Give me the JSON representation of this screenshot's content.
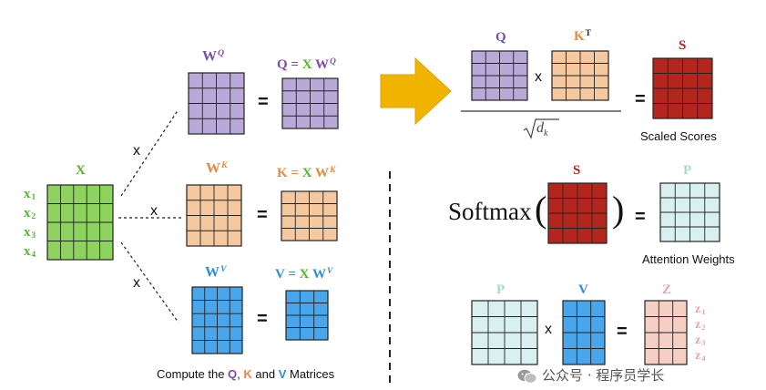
{
  "colors": {
    "x": "#5ab52e",
    "x_fill": "#8fd35f",
    "q": "#7a4ea6",
    "q_fill": "#b9a9d8",
    "k": "#e58a3c",
    "k_fill": "#f6c8a0",
    "v": "#2f8fd6",
    "v_fill": "#4aa6ea",
    "s": "#b22222",
    "s_fill": "#b3261e",
    "p": "#a9d8d4",
    "p_fill": "#d8f1f0",
    "z": "#e8a4b8",
    "z_fill": "#f5cfc4",
    "arrow": "#f0b400"
  },
  "left": {
    "x_label": "X",
    "x_rows": [
      {
        "base": "x",
        "sub": "1"
      },
      {
        "base": "x",
        "sub": "2"
      },
      {
        "base": "x",
        "sub": "3"
      },
      {
        "base": "x",
        "sub": "4"
      }
    ],
    "mult": "x",
    "wq": {
      "base": "W",
      "sup": "Q"
    },
    "wk": {
      "base": "W",
      "sup": "K"
    },
    "wv": {
      "base": "W",
      "sup": "V"
    },
    "eq": "=",
    "q_formula": {
      "lhs": "Q",
      "eq": " = ",
      "x": "X",
      "w": " W",
      "sup": "Q"
    },
    "k_formula": {
      "lhs": "K",
      "eq": " = ",
      "x": "X",
      "w": " W",
      "sup": "K"
    },
    "v_formula": {
      "lhs": "V",
      "eq": " = ",
      "x": "X",
      "w": " W",
      "sup": "V"
    },
    "caption": {
      "pre": "Compute the ",
      "q": "Q",
      "mid1": ", ",
      "k": "K",
      "mid2": " and ",
      "v": "V",
      "post": " Matrices"
    }
  },
  "right": {
    "top": {
      "q_label": "Q",
      "k_label": {
        "base": "K",
        "sup": "T"
      },
      "times": "x",
      "eq": "=",
      "denominator": {
        "base": "d",
        "sub": "k"
      },
      "s_label": "S",
      "caption": "Scaled Scores"
    },
    "middle": {
      "softmax": "Softmax",
      "open": "(",
      "close": ")",
      "s_label": "S",
      "eq": "=",
      "p_label": "P",
      "caption": "Attention Weights"
    },
    "bottom": {
      "p_label": "P",
      "times": "x",
      "v_label": "V",
      "eq": "=",
      "z_label": "Z",
      "z_rows": [
        {
          "base": "z",
          "sub": "1"
        },
        {
          "base": "z",
          "sub": "2"
        },
        {
          "base": "z",
          "sub": "3"
        },
        {
          "base": "z",
          "sub": "4"
        }
      ]
    }
  },
  "watermark": "公众号 · 程序员学长"
}
